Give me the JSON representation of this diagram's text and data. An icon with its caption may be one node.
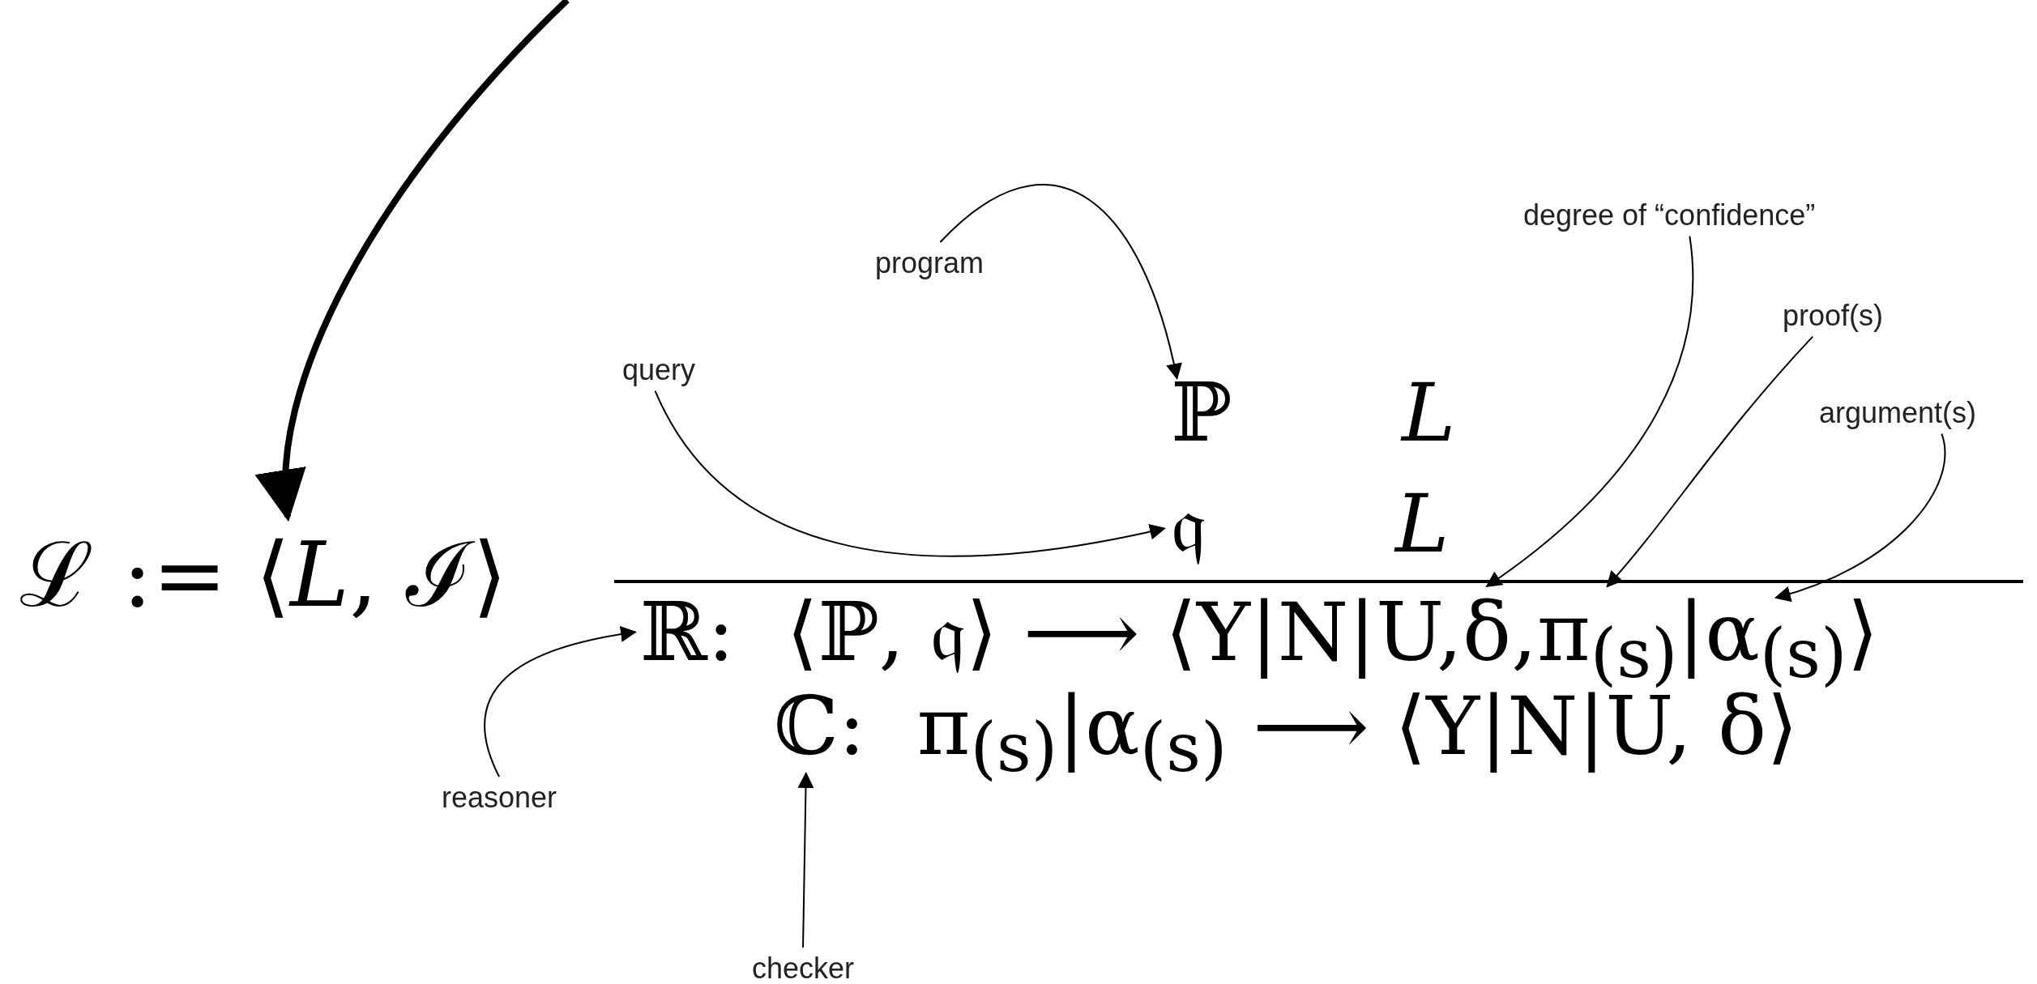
{
  "diagram": {
    "nodes": [
      {
        "text": [
          "ℒ := ⟨*L*, ℐ⟩"
        ]
      },
      {
        "text": [
          "program"
        ]
      },
      {
        "text": [
          "ℙ"
        ]
      },
      {
        "text": [
          "L"
        ]
      },
      {
        "text": [
          "query"
        ]
      },
      {
        "text": [
          "𝔮"
        ]
      },
      {
        "text": [
          "L"
        ]
      },
      {
        "text": [
          "degree of “confidence”"
        ]
      },
      {
        "text": [
          "proof(s)"
        ]
      },
      {
        "text": [
          "argument(s)"
        ]
      },
      {
        "text": [
          "ℝ"
        ]
      },
      {
        "text": [
          "δ"
        ]
      },
      {
        "text": [
          "π$_{(s)}$"
        ]
      },
      {
        "text": [
          "α$_{(s)}$"
        ]
      },
      {
        "text": [
          "ℂ"
        ]
      },
      {
        "text": [
          "reasoner"
        ]
      },
      {
        "text": [
          "checker"
        ]
      }
    ],
    "edges": [
      {
        "from": null,
        "to": 0,
        "arrow": "to",
        "style": "thick"
      },
      {
        "from": 1,
        "to": 2,
        "arrow": "to"
      },
      {
        "from": 4,
        "to": 5,
        "arrow": "to"
      },
      {
        "from": 7,
        "to": 11,
        "arrow": "to"
      },
      {
        "from": 8,
        "to": 12,
        "arrow": "to"
      },
      {
        "from": 9,
        "to": 13,
        "arrow": "to"
      },
      {
        "from": 15,
        "to": 10,
        "arrow": "to"
      },
      {
        "from": 16,
        "to": 14,
        "arrow": "to"
      }
    ],
    "labels": [
      ":  ⟨ℙ, 𝔮⟩ ⟶ ⟨Y|N|U,",
      ",",
      "|",
      "⟩",
      ":  π$_{(s)}$|α$_{(s)}$ ⟶ ⟨Y|N|U, δ⟩"
    ]
  }
}
